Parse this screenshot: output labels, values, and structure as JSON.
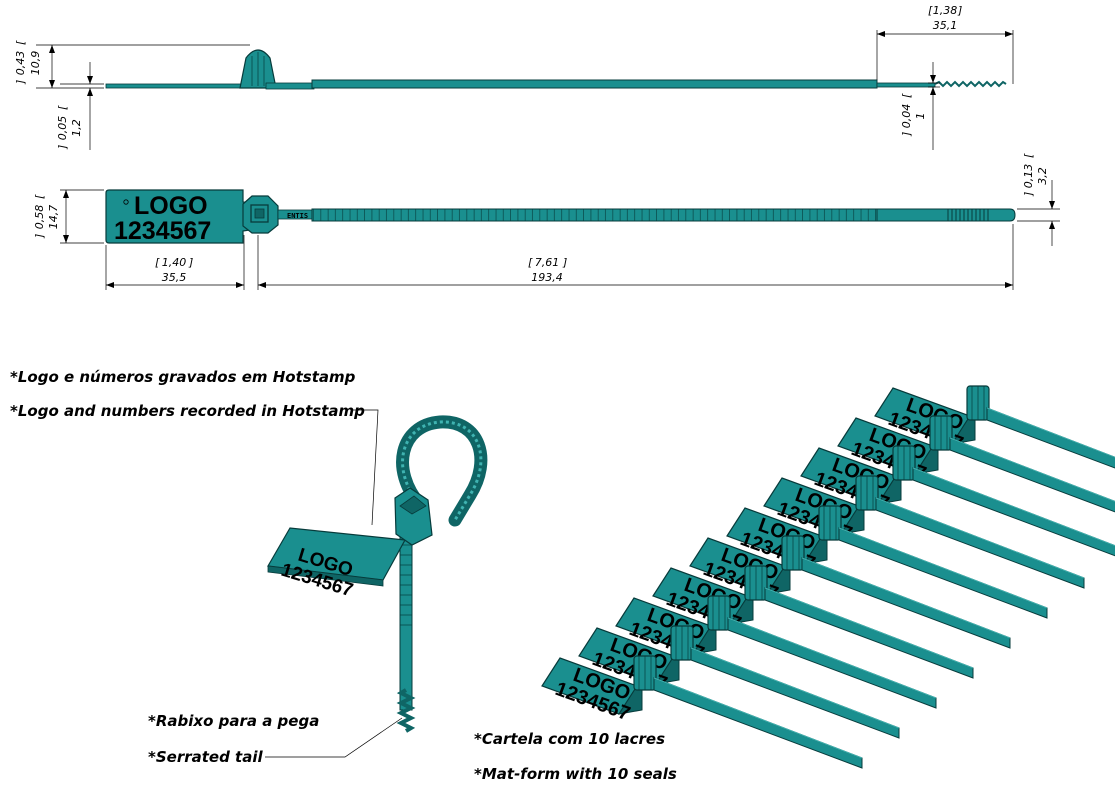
{
  "dimensions": {
    "head_height": {
      "inch": "0,43",
      "mm": "10,9"
    },
    "strap_thickness": {
      "inch": "0,05",
      "mm": "1,2"
    },
    "tail_length": {
      "inch": "1,38",
      "mm": "35,1"
    },
    "tail_thickness": {
      "inch": "0,04",
      "mm": "1"
    },
    "tag_height": {
      "inch": "0,58",
      "mm": "14,7"
    },
    "strap_width": {
      "inch": "0,13",
      "mm": "3,2"
    },
    "tag_length": {
      "inch": "1,40",
      "mm": "35,5"
    },
    "strap_length": {
      "inch": "7,61",
      "mm": "193,4"
    }
  },
  "tag": {
    "logo": "LOGO",
    "number": "1234567",
    "small_logo": "ENTIS"
  },
  "notes": {
    "hotstamp_pt": "*Logo e números gravados em Hotstamp",
    "hotstamp_en": "*Logo and numbers recorded in Hotstamp",
    "tail_pt": "*Rabixo para a pega",
    "tail_en": "*Serrated tail",
    "matform_pt": "*Cartela com 10 lacres",
    "matform_en": "*Mat-form with 10 seals"
  },
  "colors": {
    "teal": "#1a8f8f",
    "teal_dark": "#0f6565",
    "teal_light": "#3fb3b1",
    "line": "#000000"
  }
}
